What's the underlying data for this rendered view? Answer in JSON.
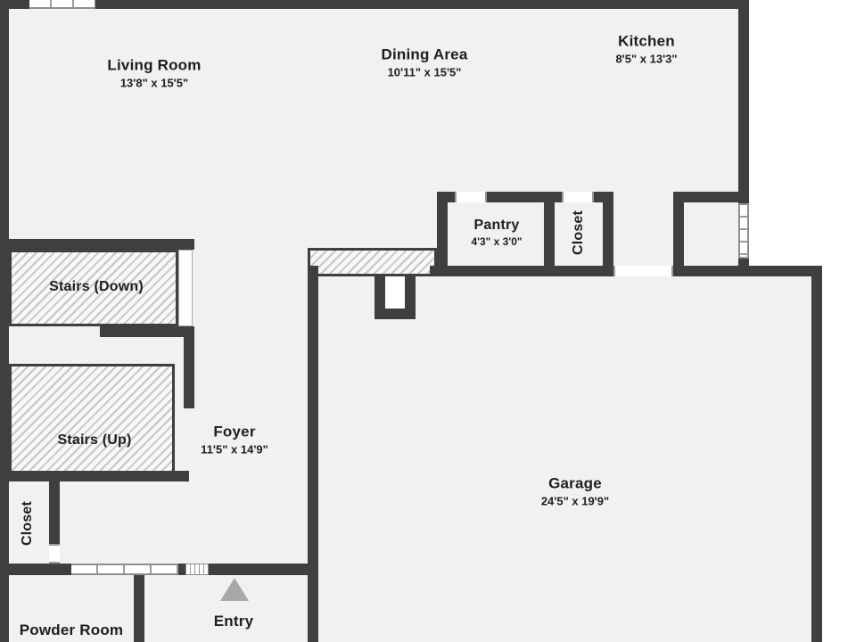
{
  "plan": {
    "type": "residential-floor-plan",
    "colors": {
      "wall": "#3f3f3f",
      "floor": "#f1f1f1",
      "hatch_line": "#c6c6c6",
      "window_frame": "#8f8f8f",
      "entry_arrow": "#a8a8a8",
      "text": "#1e1e1e"
    },
    "rooms": [
      {
        "label": "Living Room",
        "dims": "13'8\" x 15'5\""
      },
      {
        "label": "Dining Area",
        "dims": "10'11\" x 15'5\""
      },
      {
        "label": "Kitchen",
        "dims": "8'5\" x 13'3\""
      },
      {
        "label": "Pantry",
        "dims": "4'3\" x 3'0\""
      },
      {
        "label": "Closet"
      },
      {
        "label": "Stairs (Down)"
      },
      {
        "label": "Stairs (Up)"
      },
      {
        "label": "Foyer",
        "dims": "11'5\" x 14'9\""
      },
      {
        "label": "Garage",
        "dims": "24'5\" x 19'9\""
      },
      {
        "label": "Closet"
      },
      {
        "label": "Powder Room"
      },
      {
        "label": "Entry"
      }
    ]
  }
}
